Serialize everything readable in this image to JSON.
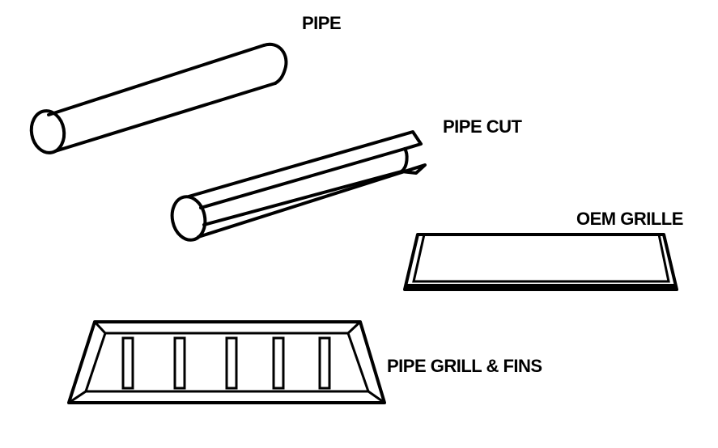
{
  "labels": {
    "pipe": "PIPE",
    "pipe_cut": "PIPE CUT",
    "oem_grille": "OEM GRILLE",
    "pipe_grill_fins": "PIPE GRILL & FINS"
  },
  "colors": {
    "background": "#ffffff",
    "ink": "#000000"
  }
}
